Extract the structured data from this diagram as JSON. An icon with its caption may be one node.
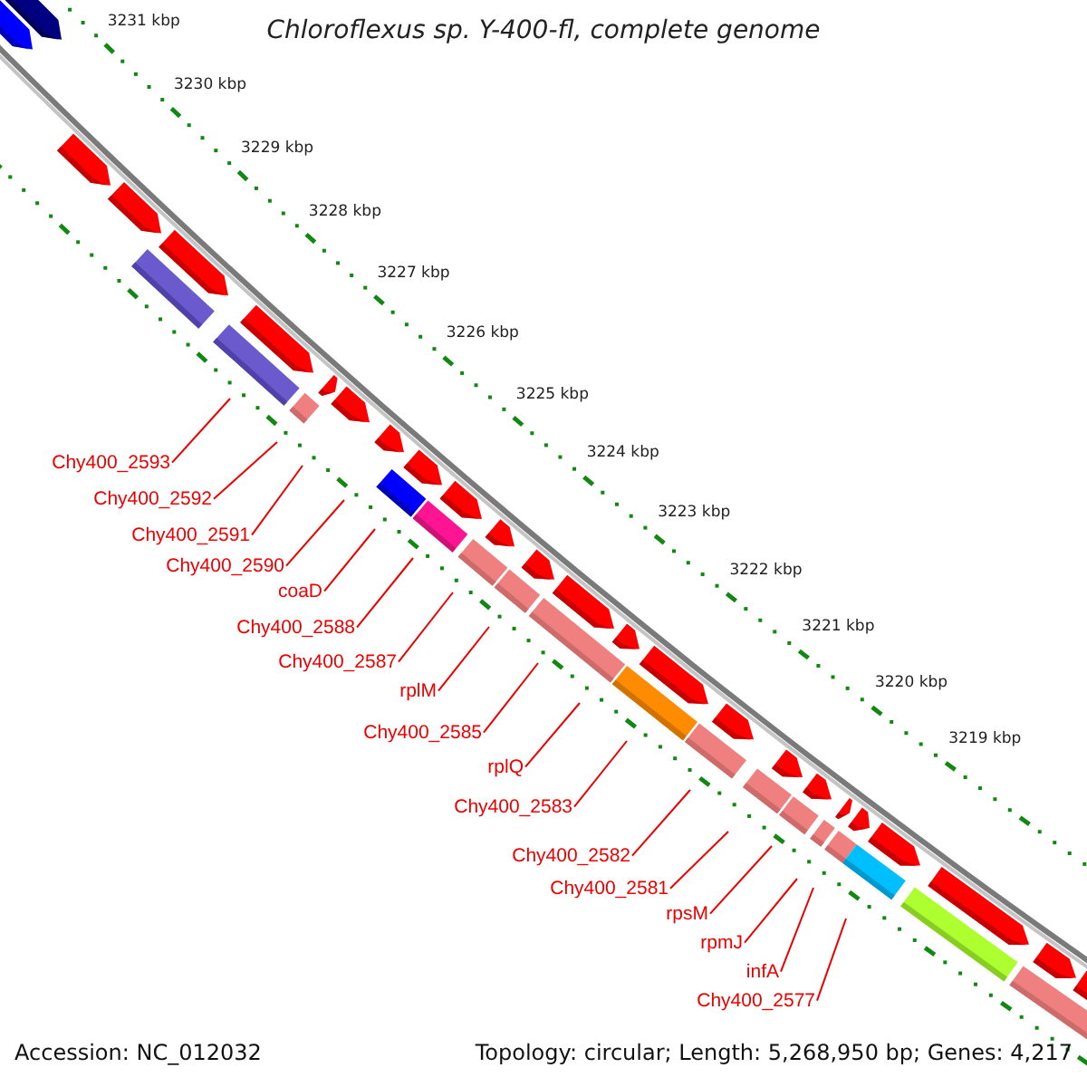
{
  "diagram": {
    "title": "Chloroflexus sp. Y-400-fl, complete genome",
    "nodes": [
      {
        "text": [
          "Chy400_2593"
        ]
      },
      {
        "text": [
          "Chy400_2592"
        ]
      },
      {
        "text": [
          "Chy400_2591"
        ]
      },
      {
        "text": [
          "Chy400_2590"
        ]
      },
      {
        "text": [
          "coaD"
        ]
      },
      {
        "text": [
          "Chy400_2588"
        ]
      },
      {
        "text": [
          "Chy400_2587"
        ]
      },
      {
        "text": [
          "rplM"
        ]
      },
      {
        "text": [
          "Chy400_2585"
        ]
      },
      {
        "text": [
          "rplQ"
        ]
      },
      {
        "text": [
          "Chy400_2583"
        ]
      },
      {
        "text": [
          "Chy400_2582"
        ]
      },
      {
        "text": [
          "Chy400_2581"
        ]
      },
      {
        "text": [
          "rpsM"
        ]
      },
      {
        "text": [
          "rpmJ"
        ]
      },
      {
        "text": [
          "infA"
        ]
      },
      {
        "text": [
          "Chy400_2577"
        ]
      }
    ],
    "edges": [
      {
        "from": 0,
        "to": null,
        "arrow": "none"
      },
      {
        "from": 1,
        "to": null,
        "arrow": "none"
      },
      {
        "from": 2,
        "to": null,
        "arrow": "none"
      },
      {
        "from": 3,
        "to": null,
        "arrow": "none"
      },
      {
        "from": 4,
        "to": null,
        "arrow": "none"
      },
      {
        "from": 5,
        "to": null,
        "arrow": "none"
      },
      {
        "from": 6,
        "to": null,
        "arrow": "none"
      },
      {
        "from": 7,
        "to": null,
        "arrow": "none"
      },
      {
        "from": 8,
        "to": null,
        "arrow": "none"
      },
      {
        "from": 9,
        "to": null,
        "arrow": "none"
      },
      {
        "from": 10,
        "to": null,
        "arrow": "none"
      },
      {
        "from": 11,
        "to": null,
        "arrow": "none"
      },
      {
        "from": 12,
        "to": null,
        "arrow": "none"
      },
      {
        "from": 13,
        "to": null,
        "arrow": "none"
      },
      {
        "from": 14,
        "to": null,
        "arrow": "none"
      },
      {
        "from": 15,
        "to": null,
        "arrow": "none"
      },
      {
        "from": 16,
        "to": null,
        "arrow": "none"
      }
    ],
    "labels": [
      "3231 kbp",
      "3230 kbp",
      "3229 kbp",
      "3228 kbp",
      "3227 kbp",
      "3226 kbp",
      "3225 kbp",
      "3224 kbp",
      "3223 kbp",
      "3222 kbp",
      "3221 kbp",
      "3220 kbp",
      "3219 kbp",
      "Accession: NC_012032",
      "Topology: circular; Length: 5,268,950 bp; Genes: 4,217"
    ]
  }
}
